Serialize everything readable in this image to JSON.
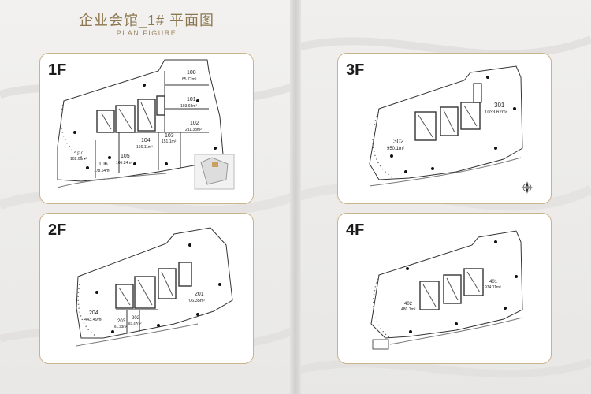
{
  "header": {
    "title": "企业会馆_1# 平面图",
    "subtitle": "PLAN FIGURE"
  },
  "plans": {
    "f1": {
      "floor": "1F",
      "units": [
        {
          "no": "101",
          "area": "193.68m²"
        },
        {
          "no": "102",
          "area": "211.33m²"
        },
        {
          "no": "103",
          "area": "151.1m²"
        },
        {
          "no": "104",
          "area": "166.11m²"
        },
        {
          "no": "105",
          "area": "160.24m²"
        },
        {
          "no": "106",
          "area": "178.64m²"
        },
        {
          "no": "107",
          "area": "102.06m²"
        },
        {
          "no": "108",
          "area": "85.77m²"
        }
      ]
    },
    "f2": {
      "floor": "2F",
      "units": [
        {
          "no": "201",
          "area": "706.35m²"
        },
        {
          "no": "202",
          "area": "83.47m²"
        },
        {
          "no": "203",
          "area": "61.23m²"
        },
        {
          "no": "204",
          "area": "443.49m²"
        }
      ]
    },
    "f3": {
      "floor": "3F",
      "units": [
        {
          "no": "301",
          "area": "1033.62m²"
        },
        {
          "no": "302",
          "area": "950.1m²"
        }
      ]
    },
    "f4": {
      "floor": "4F",
      "units": [
        {
          "no": "401",
          "area": "974.11m²"
        },
        {
          "no": "402",
          "area": "480.1m²"
        }
      ]
    }
  },
  "colors": {
    "accent": "#8c7850",
    "border": "#c9b38a",
    "line": "#333333"
  },
  "icons": [
    "compass-icon",
    "site-map-icon"
  ]
}
